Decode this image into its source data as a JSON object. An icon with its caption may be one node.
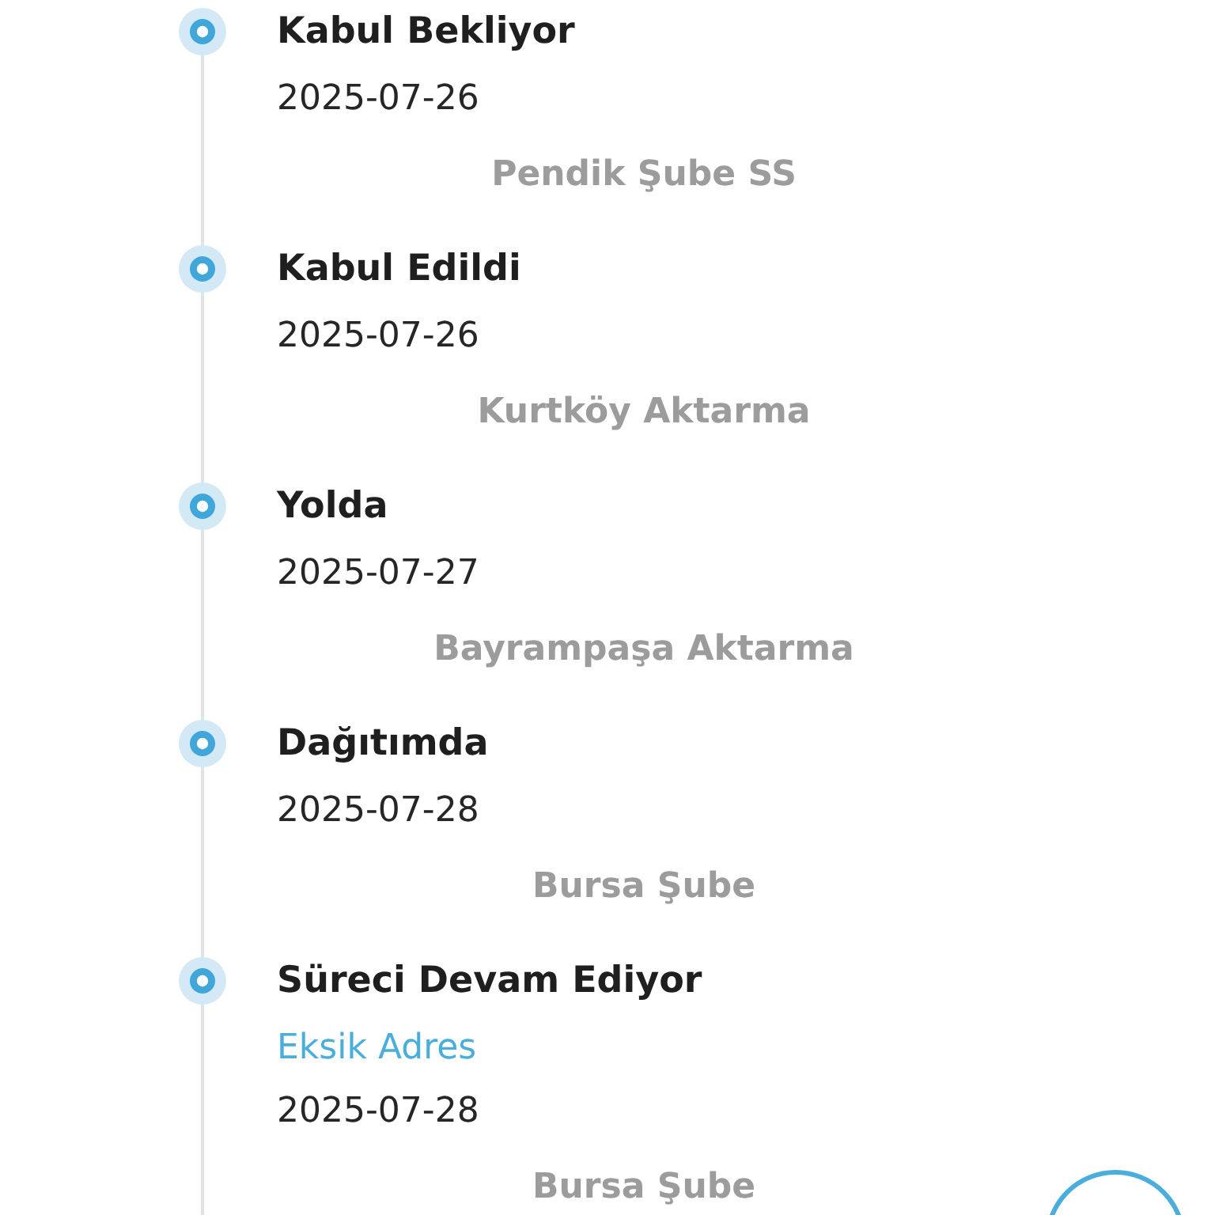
{
  "diagram": {
    "nodes": [
      {
        "text": [],
        "shape": "circle",
        "beside": [
          "Kabul Bekliyor",
          "2025-07-26",
          "Pendik Şube SS"
        ]
      },
      {
        "text": [],
        "shape": "circle",
        "beside": [
          "Kabul Edildi",
          "2025-07-26",
          "Kurtköy Aktarma"
        ]
      },
      {
        "text": [],
        "shape": "circle",
        "beside": [
          "Yolda",
          "2025-07-27",
          "Bayrampaşa Aktarma"
        ]
      },
      {
        "text": [],
        "shape": "circle",
        "beside": [
          "Dağıtımda",
          "2025-07-28",
          "Bursa Şube"
        ]
      },
      {
        "text": [],
        "shape": "circle",
        "beside": [
          "Süreci Devam Ediyor",
          "Eksik Adres",
          "2025-07-28",
          "Bursa Şube"
        ]
      }
    ],
    "edges": [
      {
        "from": 0,
        "to": 1,
        "arrow": "none"
      },
      {
        "from": 1,
        "to": 2,
        "arrow": "none"
      },
      {
        "from": 2,
        "to": 3,
        "arrow": "none"
      },
      {
        "from": 3,
        "to": 4,
        "arrow": "none"
      },
      {
        "from": 4,
        "to": null,
        "arrow": "none"
      }
    ]
  }
}
